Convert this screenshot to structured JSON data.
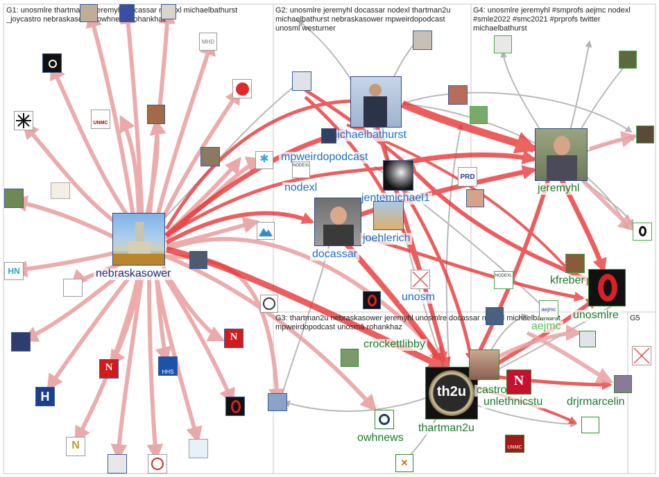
{
  "groups": [
    {
      "id": "G1",
      "title": "G1: unosmlre thartman2u jeremyhl docassar nodexl michaelbathurst\n_joycastro nebraskasower owhnews rohankhaz"
    },
    {
      "id": "G2",
      "title": "G2: unosmlre jeremyhl docassar nodexl thartman2u\nmichaelbathurst nebraskasower mpweirdopodcast\nunosml westurner"
    },
    {
      "id": "G3",
      "title": "G3: thartman2u nebraskasower jeremyhl unosmlre docassar nodexl michaelbathurst\nmpweirdopodcast unosmâ rohankhaz"
    },
    {
      "id": "G4",
      "title": "G4: unosmlre jeremyhl #smprofs aejmc nodexl\n#smle2022 #smc2021 #prprofs twitter\nmichaelbathurst"
    },
    {
      "id": "G5",
      "title": "G5"
    }
  ],
  "labels": {
    "nebraskasower": "nebraskasower",
    "michaelbathurst": "michaelbathurst",
    "mpweirdopodcast": "mpweirdopodcast",
    "nodexl": "nodexl",
    "jentemichael1": "jentemichael1",
    "docassar": "docassar",
    "joehlerich": "joehlerich",
    "unosm": "unosm",
    "jeremyhl": "jeremyhl",
    "kfreber": "kfreber",
    "unosmlre": "unosmlre",
    "aejmc": "aejmc",
    "crockettlibby": "crockettlibby",
    "castro": "castro",
    "unlethnicstu": "unlethnicstu",
    "thartman2u": "thartman2u",
    "owhnews": "owhnews",
    "drjrmarcelin": "drjrmarcelin"
  },
  "node_logos": {
    "thartman2u": "th2u",
    "unmc": "UNMC",
    "hhs": "HHS",
    "nodexl": "NODEXL",
    "prd": "PRD",
    "aejmc": "aejmc",
    "mhd": "MHD"
  },
  "colors": {
    "edge_red": "#e02020",
    "edge_pink": "#e8a0a0",
    "edge_gray": "#b4b4b4",
    "label_blue": "#1a6fc4",
    "label_navy": "#18307a",
    "label_green": "#1c7a2a"
  }
}
